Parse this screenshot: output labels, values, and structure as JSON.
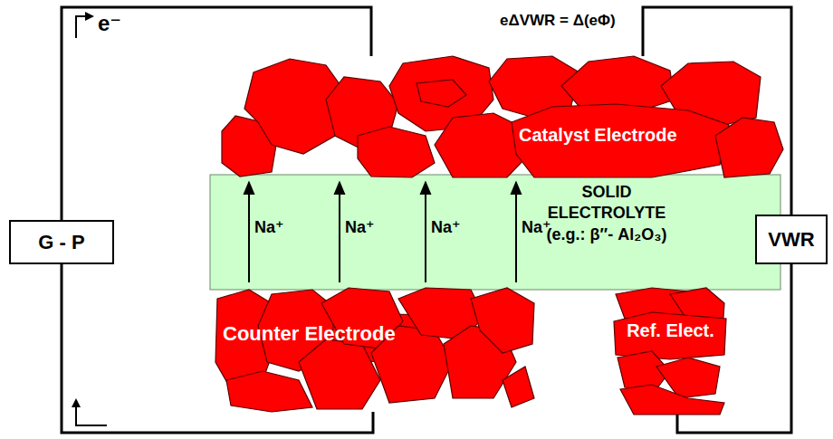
{
  "diagram": {
    "nodes": [
      {
        "text": [
          "Catalyst Electrode"
        ]
      },
      {
        "text": [
          "SOLID ELECTROLYTE (e.g.: β″- Al₂O₃)"
        ]
      },
      {
        "text": [
          "Counter Electrode"
        ]
      },
      {
        "text": [
          "Ref. Elect."
        ]
      },
      {
        "text": [
          "G - P"
        ]
      },
      {
        "text": [
          "VWR"
        ]
      }
    ],
    "edges": [
      {
        "from": 4,
        "to": 0,
        "arrow": "none"
      },
      {
        "from": 4,
        "to": 2,
        "arrow": "none"
      },
      {
        "from": 5,
        "to": 0,
        "arrow": "none"
      },
      {
        "from": 5,
        "to": 3,
        "arrow": "none"
      }
    ],
    "labels": [
      "e⁻",
      "eΔVWR = Δ(eΦ)",
      "Na⁺",
      "Na⁺",
      "Na⁺",
      "Na⁺"
    ]
  }
}
